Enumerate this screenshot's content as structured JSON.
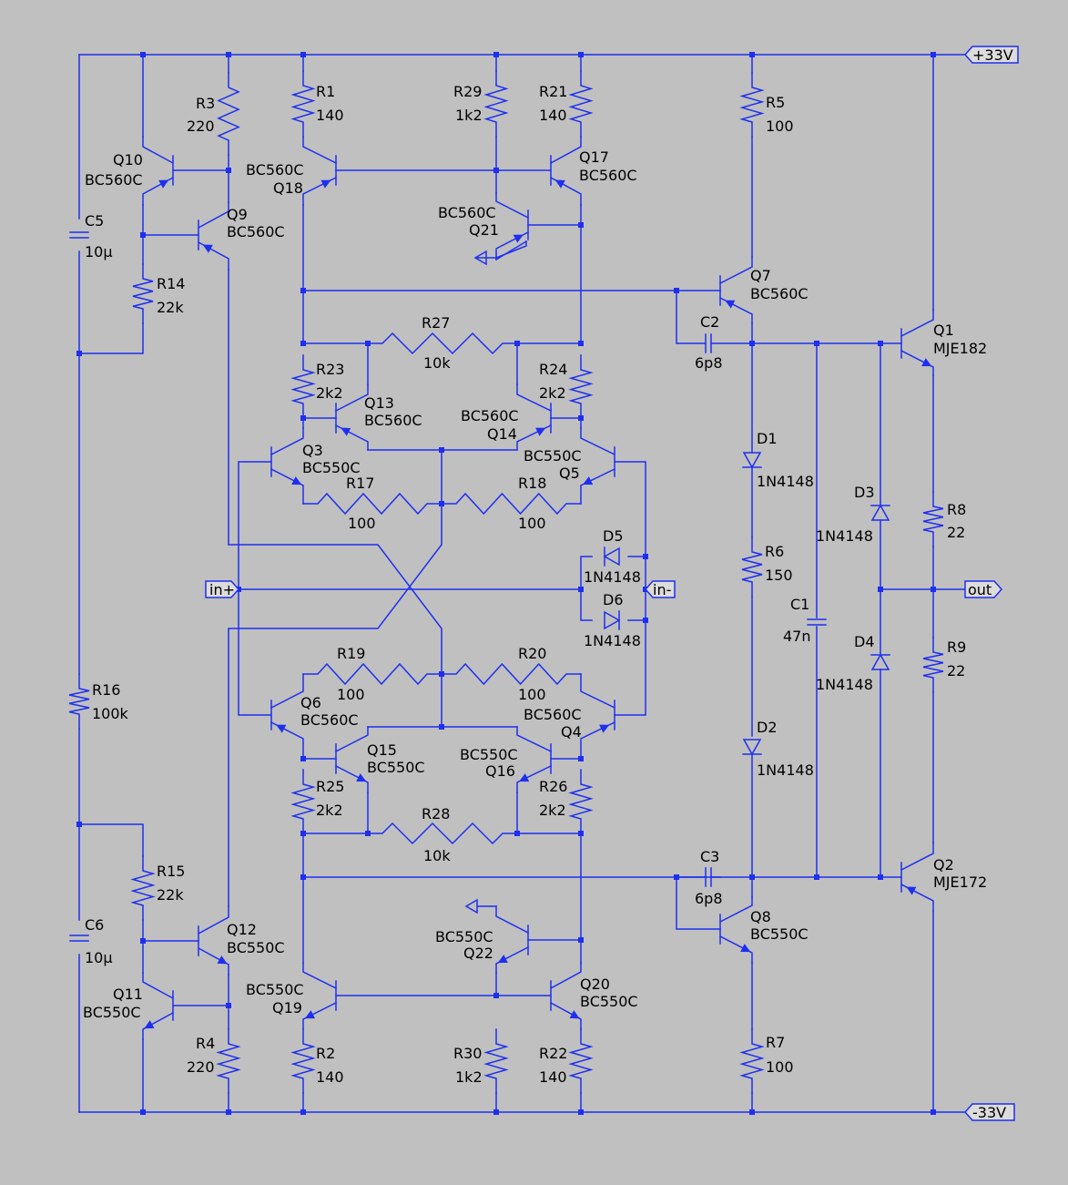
{
  "ports": {
    "vpos": "+33V",
    "vneg": "-33V",
    "in_plus": "in+",
    "in_minus": "in-",
    "out": "out"
  },
  "components": [
    {
      "ref": "R3",
      "value": "220"
    },
    {
      "ref": "R1",
      "value": "140"
    },
    {
      "ref": "R29",
      "value": "1k2"
    },
    {
      "ref": "R21",
      "value": "140"
    },
    {
      "ref": "R5",
      "value": "100"
    },
    {
      "ref": "Q10",
      "value": "BC560C"
    },
    {
      "ref": "Q9",
      "value": "BC560C"
    },
    {
      "ref": "Q18",
      "value": "BC560C"
    },
    {
      "ref": "Q17",
      "value": "BC560C"
    },
    {
      "ref": "Q21",
      "value": "BC560C"
    },
    {
      "ref": "C5",
      "value": "10µ"
    },
    {
      "ref": "R14",
      "value": "22k"
    },
    {
      "ref": "Q7",
      "value": "BC560C"
    },
    {
      "ref": "C2",
      "value": "6p8"
    },
    {
      "ref": "Q1",
      "value": "MJE182"
    },
    {
      "ref": "R27",
      "value": "10k"
    },
    {
      "ref": "R23",
      "value": "2k2"
    },
    {
      "ref": "R24",
      "value": "2k2"
    },
    {
      "ref": "Q13",
      "value": "BC560C"
    },
    {
      "ref": "Q14",
      "value": "BC560C"
    },
    {
      "ref": "Q3",
      "value": "BC550C"
    },
    {
      "ref": "Q5",
      "value": "BC550C"
    },
    {
      "ref": "R17",
      "value": "100"
    },
    {
      "ref": "R18",
      "value": "100"
    },
    {
      "ref": "D1",
      "value": "1N4148"
    },
    {
      "ref": "D3",
      "value": "1N4148"
    },
    {
      "ref": "R8",
      "value": "22"
    },
    {
      "ref": "D5",
      "value": "1N4148"
    },
    {
      "ref": "D6",
      "value": "1N4148"
    },
    {
      "ref": "R6",
      "value": "150"
    },
    {
      "ref": "C1",
      "value": "47n"
    },
    {
      "ref": "D4",
      "value": "1N4148"
    },
    {
      "ref": "R9",
      "value": "22"
    },
    {
      "ref": "R19",
      "value": "100"
    },
    {
      "ref": "R20",
      "value": "100"
    },
    {
      "ref": "Q6",
      "value": "BC560C"
    },
    {
      "ref": "Q4",
      "value": "BC560C"
    },
    {
      "ref": "R16",
      "value": "100k"
    },
    {
      "ref": "Q15",
      "value": "BC550C"
    },
    {
      "ref": "Q16",
      "value": "BC550C"
    },
    {
      "ref": "D2",
      "value": "1N4148"
    },
    {
      "ref": "R25",
      "value": "2k2"
    },
    {
      "ref": "R26",
      "value": "2k2"
    },
    {
      "ref": "R28",
      "value": "10k"
    },
    {
      "ref": "C3",
      "value": "6p8"
    },
    {
      "ref": "Q2",
      "value": "MJE172"
    },
    {
      "ref": "R15",
      "value": "22k"
    },
    {
      "ref": "Q8",
      "value": "BC550C"
    },
    {
      "ref": "Q12",
      "value": "BC550C"
    },
    {
      "ref": "Q22",
      "value": "BC550C"
    },
    {
      "ref": "C6",
      "value": "10µ"
    },
    {
      "ref": "Q11",
      "value": "BC550C"
    },
    {
      "ref": "Q19",
      "value": "BC550C"
    },
    {
      "ref": "Q20",
      "value": "BC550C"
    },
    {
      "ref": "R4",
      "value": "220"
    },
    {
      "ref": "R2",
      "value": "140"
    },
    {
      "ref": "R30",
      "value": "1k2"
    },
    {
      "ref": "R22",
      "value": "140"
    },
    {
      "ref": "R7",
      "value": "100"
    }
  ]
}
